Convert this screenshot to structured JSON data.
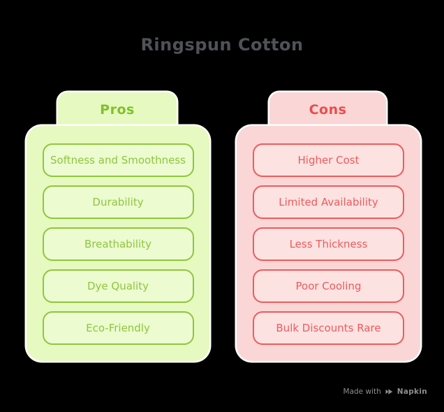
{
  "title": "Ringspun Cotton",
  "columns": [
    {
      "id": "pros",
      "label": "Pros",
      "items": [
        "Softness and Smoothness",
        "Durability",
        "Breathability",
        "Dye Quality",
        "Eco-Friendly"
      ]
    },
    {
      "id": "cons",
      "label": "Cons",
      "items": [
        "Higher Cost",
        "Limited Availability",
        "Less Thickness",
        "Poor Cooling",
        "Bulk Discounts Rare"
      ]
    }
  ],
  "watermark": {
    "prefix": "Made with",
    "brand": "Napkin",
    "icon": "napkin-logo-icon"
  },
  "colors": {
    "background": "#000000",
    "title": "#4f5257",
    "pros_accent": "#8fc63e",
    "pros_header": "#82c02f",
    "pros_card_bg": "#e6f9c0",
    "pros_item_bg": "#ecfbd0",
    "cons_accent": "#ee5b5b",
    "cons_header": "#e94d4d",
    "cons_card_bg": "#fbd6d6",
    "cons_item_bg": "#fde2e2",
    "outline": "#ffffff",
    "watermark": "#8e8e8e"
  }
}
